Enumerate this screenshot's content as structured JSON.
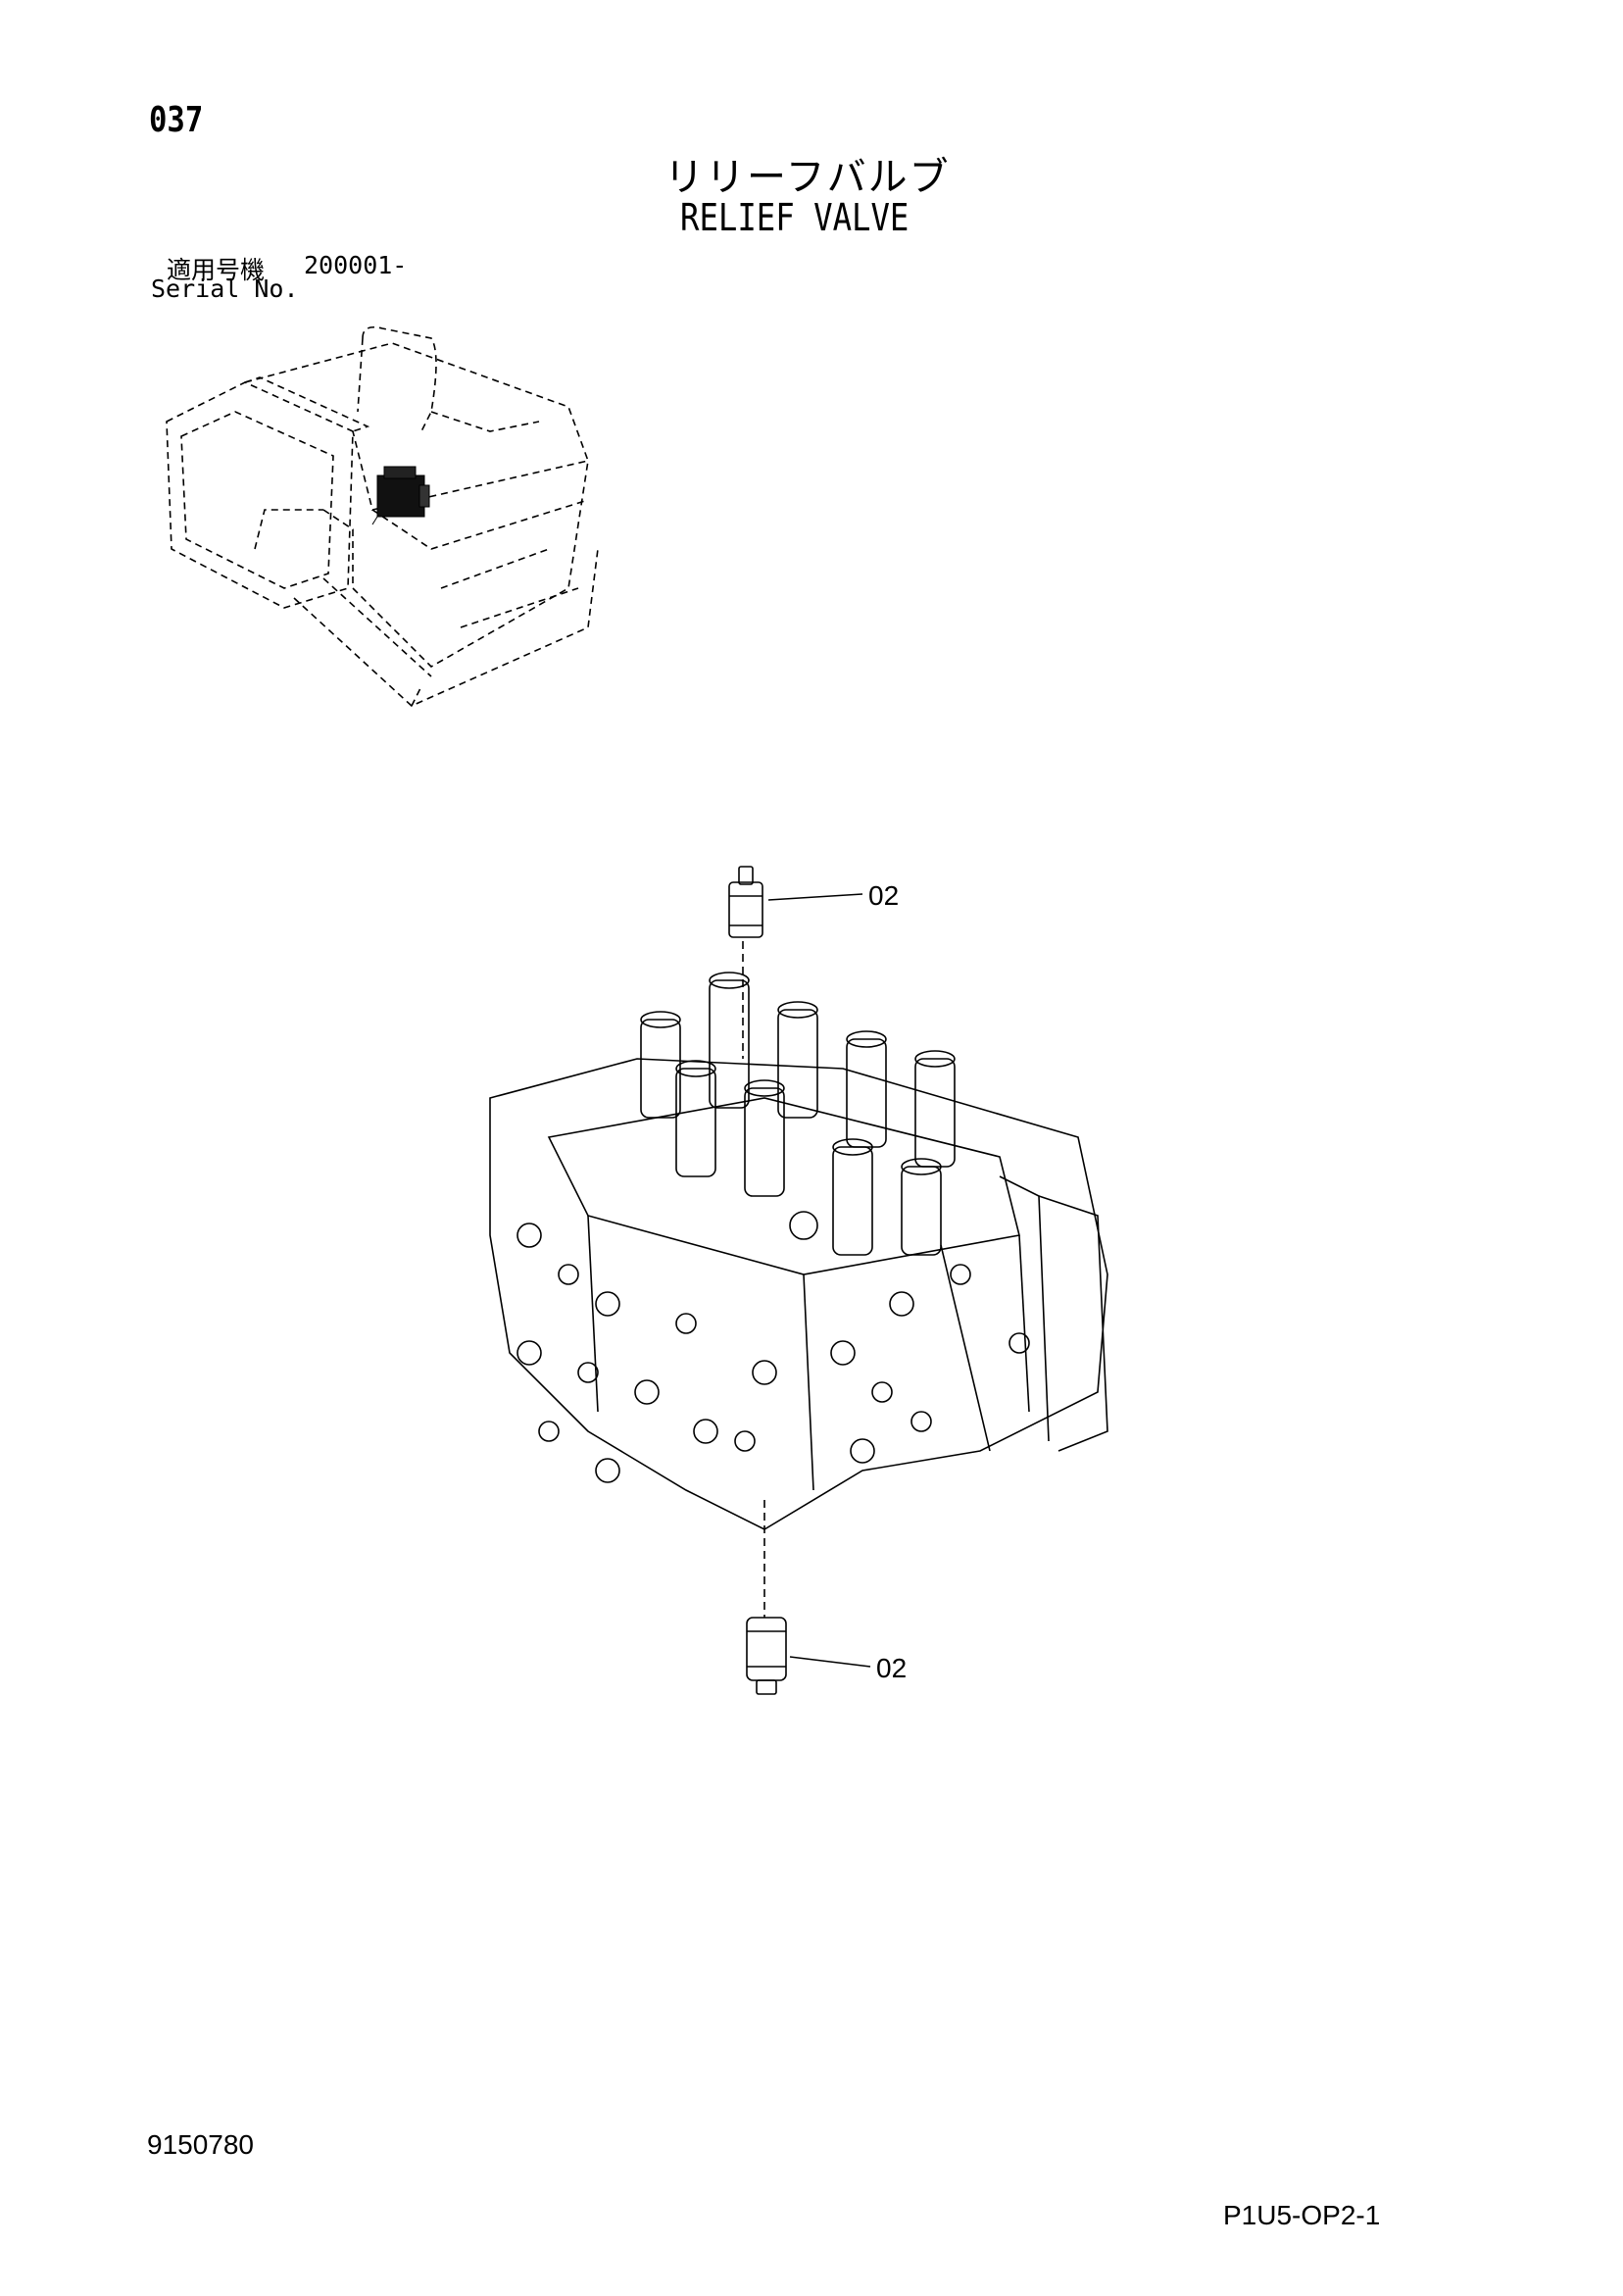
{
  "header": {
    "page_number": "037",
    "title_jp": "リリーフバルブ",
    "title_en": "RELIEF VALVE"
  },
  "serial": {
    "label_jp": "適用号機",
    "range": "200001-",
    "label_en": "Serial No."
  },
  "callouts": {
    "top": "02",
    "bottom": "02"
  },
  "footer": {
    "drawing_number": "9150780",
    "page_reference": "P1U5-OP2-1"
  }
}
